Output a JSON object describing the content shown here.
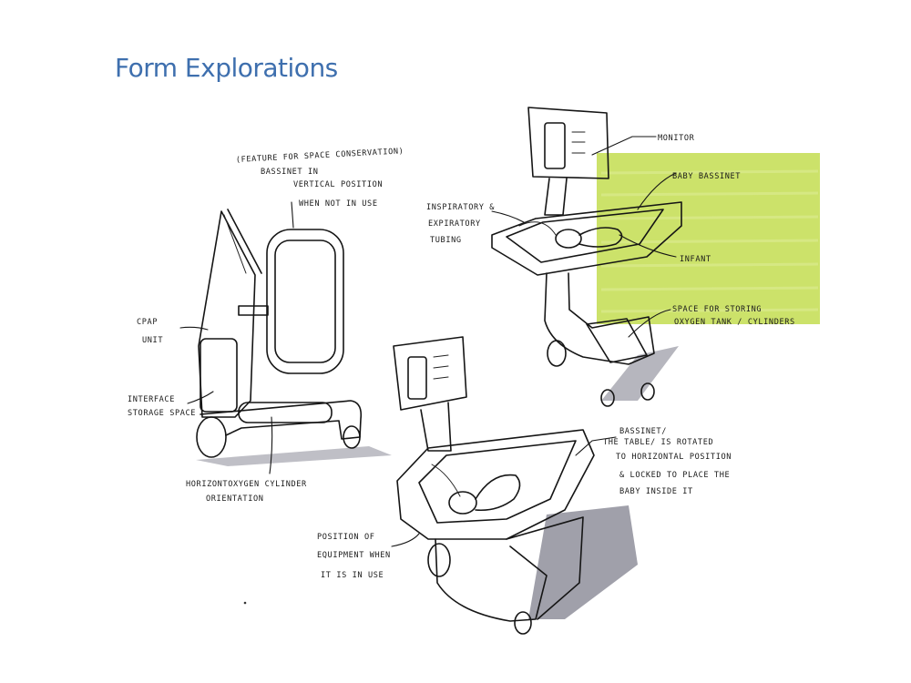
{
  "page": {
    "title": "Form Explorations"
  },
  "colors": {
    "title": "#3e6fae",
    "highlight": "#c7df5a",
    "shadow": "#a9a9b3",
    "marker_blue": "#c9d3ea"
  },
  "annotations": {
    "left_unit": {
      "feature": "(FEATURE FOR SPACE CONSERVATION)",
      "bassinet_1": "BASSINET IN",
      "bassinet_2": "VERTICAL POSITION",
      "bassinet_3": "WHEN NOT IN USE",
      "cpap_1": "CPAP",
      "cpap_2": "UNIT",
      "interface_1": "INTERFACE",
      "interface_2": "STORAGE SPACE",
      "oxygen_1": "HORIZONTOXYGEN CYLINDER",
      "oxygen_2": "ORIENTATION"
    },
    "top_right_unit": {
      "monitor": "MONITOR",
      "baby_bassinet": "BABY BASSINET",
      "tubing_1": "INSPIRATORY &",
      "tubing_2": "EXPIRATORY",
      "tubing_3": "TUBING",
      "infant": "INFANT",
      "storage_1": "SPACE FOR STORING",
      "storage_2": "OXYGEN TANK / CYLINDERS"
    },
    "bottom_unit": {
      "rotated_1": "BASSINET/",
      "rotated_2": "THE TABLE/ IS ROTATED",
      "rotated_3": "TO HORIZONTAL POSITION",
      "rotated_4": "& LOCKED TO PLACE THE",
      "rotated_5": "BABY INSIDE IT",
      "position_1": "POSITION OF",
      "position_2": "EQUIPMENT WHEN",
      "position_3": "IT IS IN USE"
    }
  }
}
